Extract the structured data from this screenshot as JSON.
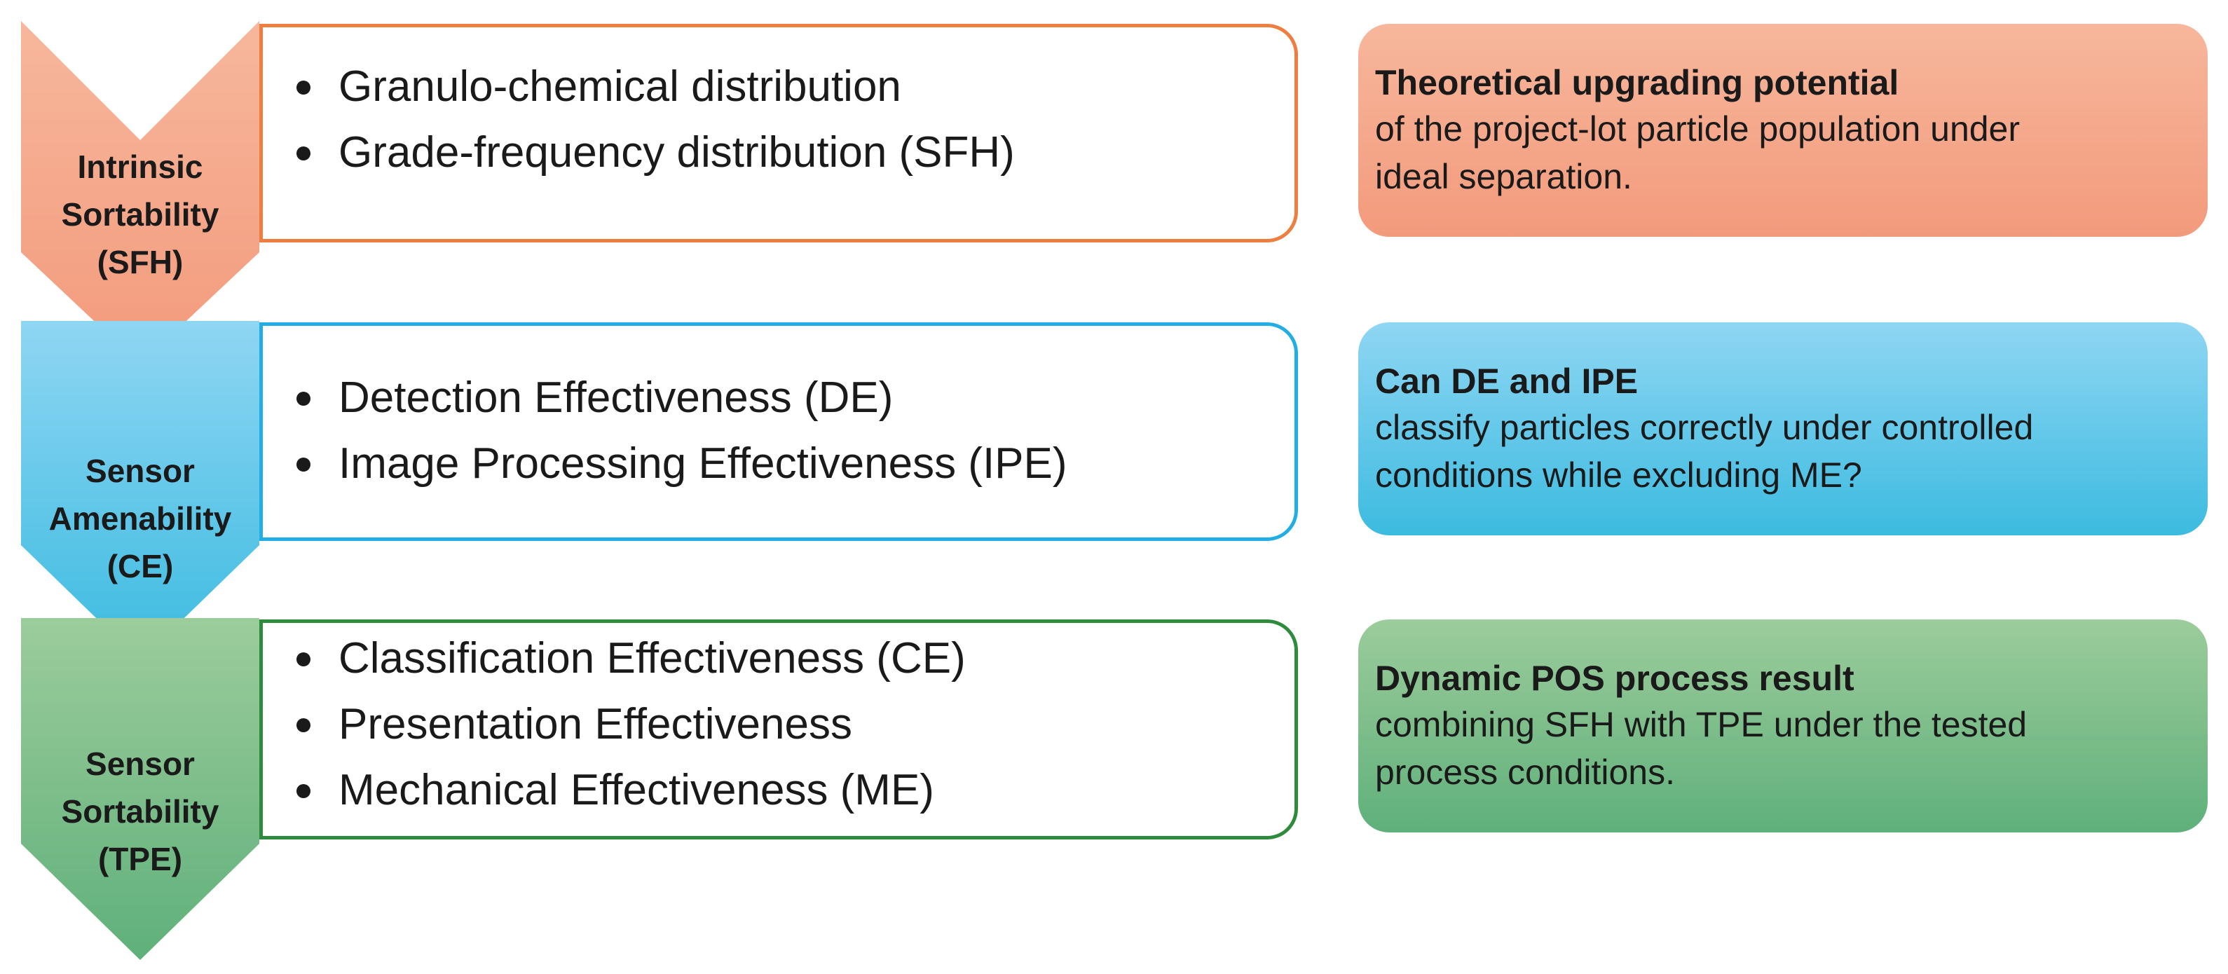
{
  "stages": [
    {
      "label_lines": [
        "Intrinsic",
        "Sortability",
        "(SFH)"
      ],
      "items": [
        "Granulo-chemical distribution",
        "Grade-frequency distribution (SFH)"
      ],
      "description_title": "Theoretical upgrading potential",
      "description_lines": [
        "of the project-lot particle population under",
        "ideal separation."
      ],
      "colors": {
        "top": "#f7b79c",
        "bottom": "#f39a7c",
        "border": "#ee7d40"
      }
    },
    {
      "label_lines": [
        "Sensor",
        "Amenability",
        "(CE)"
      ],
      "items": [
        "Detection Effectiveness (DE)",
        "Image Processing Effectiveness (IPE)"
      ],
      "description_title": "Can DE and IPE",
      "description_lines": [
        "classify particles correctly under controlled",
        "conditions while excluding ME?"
      ],
      "colors": {
        "top": "#8fd6f3",
        "bottom": "#3cbbe0",
        "border": "#22aee5"
      }
    },
    {
      "label_lines": [
        "Sensor",
        "Sortability",
        "(TPE)"
      ],
      "items": [
        "Classification Effectiveness (CE)",
        "Presentation Effectiveness",
        "Mechanical Effectiveness (ME)"
      ],
      "description_title": "Dynamic POS process result",
      "description_lines": [
        "combining SFH with TPE under the tested",
        "process conditions."
      ],
      "colors": {
        "top": "#9ccc9c",
        "bottom": "#5fb07a",
        "border": "#2e8b3c"
      }
    }
  ]
}
